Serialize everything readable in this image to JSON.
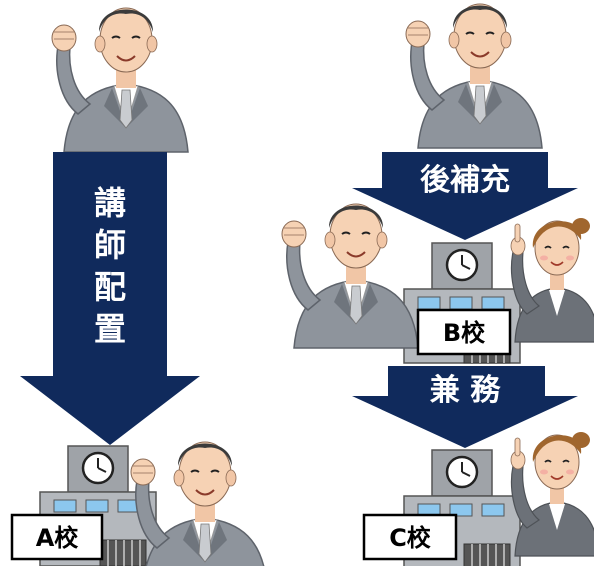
{
  "arrows": {
    "left_vertical": {
      "label_chars": [
        "講",
        "師",
        "配",
        "置"
      ]
    },
    "right_top": {
      "label": "後補充"
    },
    "right_middle": {
      "label": "兼 務"
    }
  },
  "schools": {
    "a": {
      "label": "A校"
    },
    "b": {
      "label": "B校"
    },
    "c": {
      "label": "C校"
    }
  },
  "colors": {
    "arrow_navy": "#102a5c",
    "suit_gray": "#8e949c",
    "skin": "#f6d2b4",
    "building_gray": "#9fa3a8",
    "window_blue": "#8cc7ee"
  }
}
